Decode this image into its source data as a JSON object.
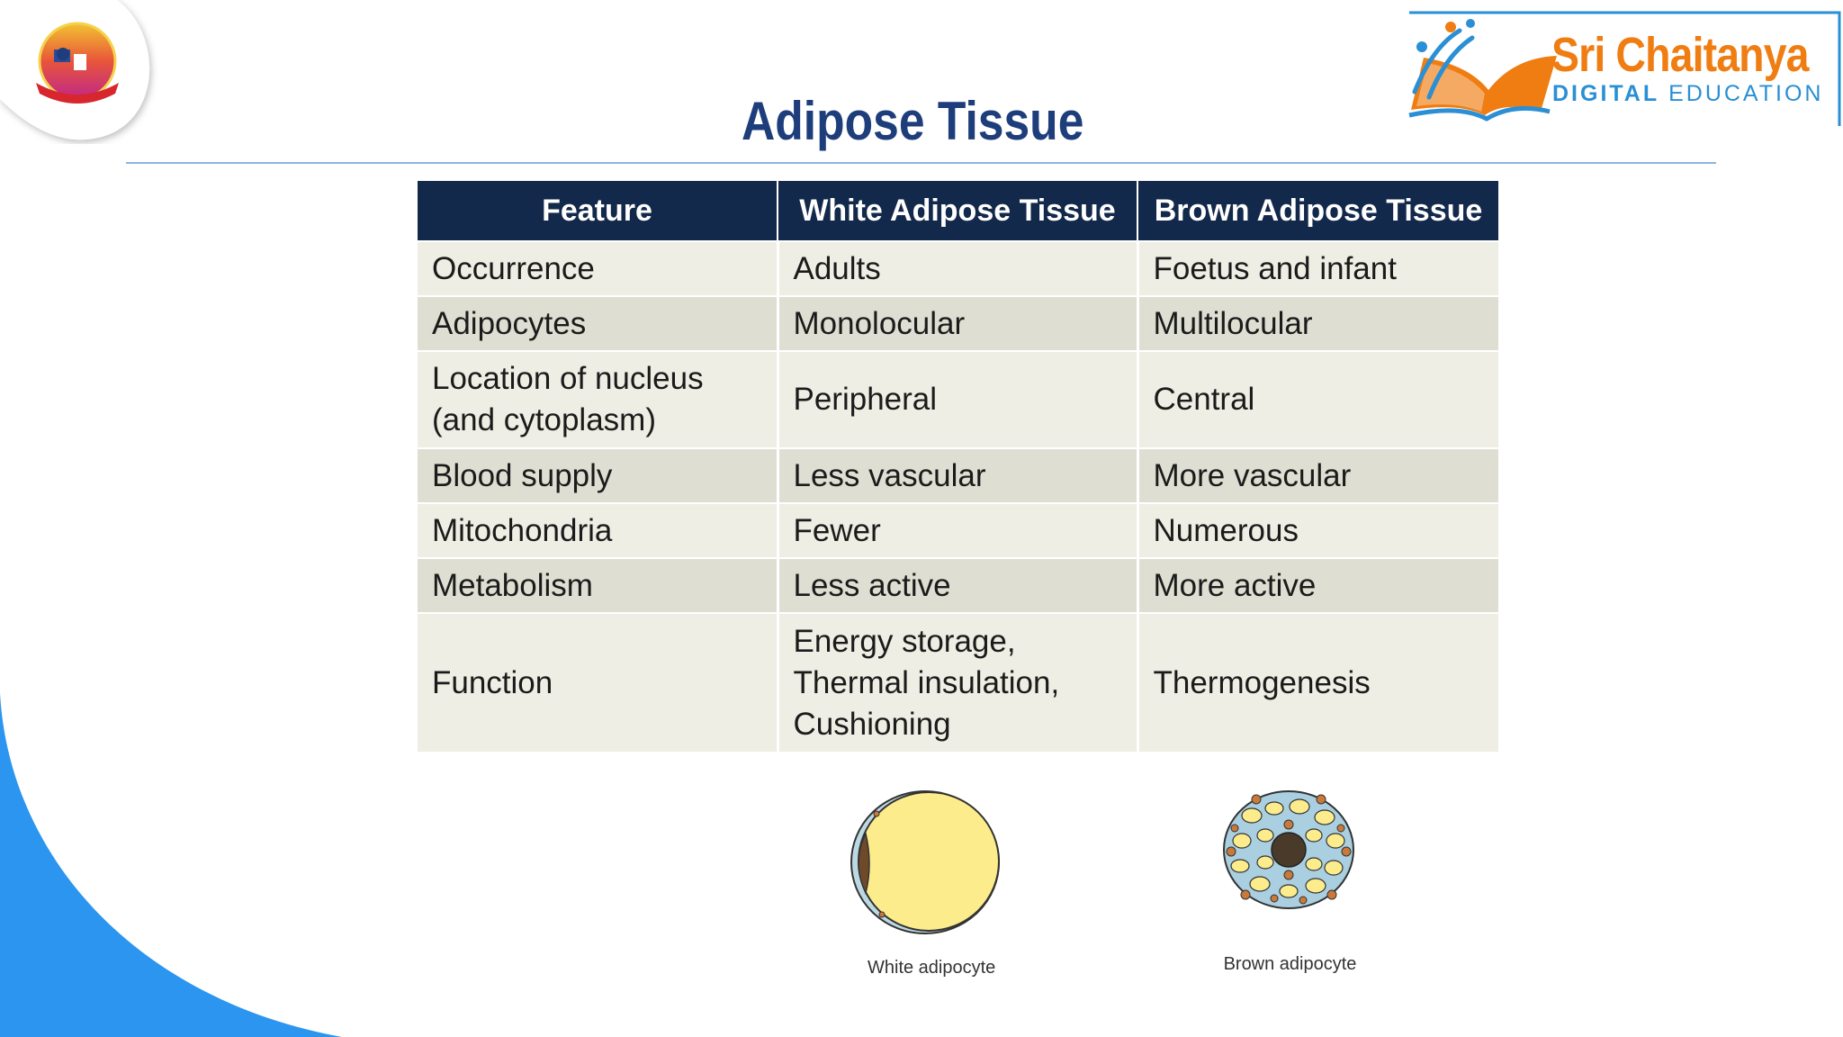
{
  "title": "Adipose Tissue",
  "brand": {
    "name": "Sri Chaitanya",
    "sub_bold": "DIGITAL",
    "sub_light": "EDUCATION",
    "colors": {
      "orange": "#f07d12",
      "blue": "#2a8fd4"
    }
  },
  "table": {
    "headers": [
      "Feature",
      "White Adipose Tissue",
      "Brown Adipose Tissue"
    ],
    "rows": [
      {
        "feature": [
          "Occurrence"
        ],
        "white": [
          "Adults"
        ],
        "brown": [
          "Foetus and infant"
        ]
      },
      {
        "feature": [
          "Adipocytes"
        ],
        "white": [
          "Monolocular"
        ],
        "brown": [
          "Multilocular"
        ]
      },
      {
        "feature": [
          "Location of nucleus",
          "(and cytoplasm)"
        ],
        "white": [
          "Peripheral"
        ],
        "brown": [
          "Central"
        ]
      },
      {
        "feature": [
          "Blood supply"
        ],
        "white": [
          "Less vascular"
        ],
        "brown": [
          "More vascular"
        ]
      },
      {
        "feature": [
          "Mitochondria"
        ],
        "white": [
          "Fewer"
        ],
        "brown": [
          "Numerous"
        ]
      },
      {
        "feature": [
          "Metabolism"
        ],
        "white": [
          "Less active"
        ],
        "brown": [
          "More active"
        ]
      },
      {
        "feature": [
          "Function"
        ],
        "white": [
          "Energy storage,",
          "Thermal insulation,",
          "Cushioning"
        ],
        "brown": [
          "Thermogenesis"
        ]
      }
    ]
  },
  "figures": {
    "white_caption": "White adipocyte",
    "brown_caption": "Brown adipocyte"
  },
  "colors": {
    "header_bg": "#13294b",
    "title": "#1e3d7b",
    "accent_blue": "#2b95ef"
  }
}
